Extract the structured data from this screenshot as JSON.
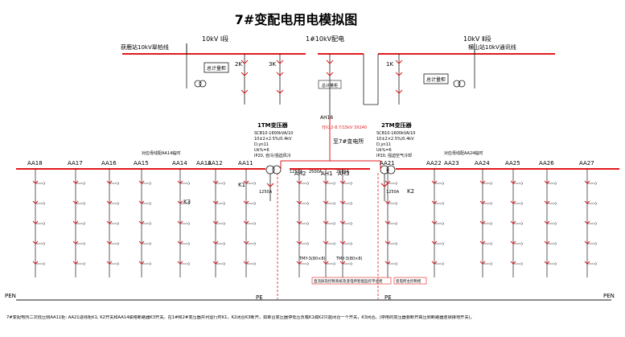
{
  "title": "7#变配电用电模拟图",
  "top": {
    "bus_left_label": "10kV Ⅰ段",
    "bus_center_label": "1#10kV配电",
    "bus_right_label": "10kV Ⅱ段",
    "incoming_left": "获鹿站10kV翠柏线",
    "incoming_right": "横山站10kV通讯线",
    "switch_2k": "2K",
    "switch_3k": "3K",
    "switch_1k": "1K",
    "meter_left": "总计量柜",
    "meter_center": "总计量柜",
    "meter_right": "总计量柜",
    "feeder_ah16": "AH16",
    "cable_label": "YJV22-8.7/15kV 3X240",
    "to_substation": "至7#变电所"
  },
  "transformers": {
    "t1": {
      "name": "1TM变压器",
      "lines": [
        "SCB10-1600kVA/10",
        "10±2×2.5%/0.4kV",
        "D,yn11",
        "Uk%=6",
        "IP20, 自冷/强迫风冷"
      ]
    },
    "t2": {
      "name": "2TM变压器",
      "lines": [
        "SCB10-1600kVA/10",
        "10±2×2.5%/0.4kV",
        "D,yn11",
        "Uk%=6",
        "IP20, 强迫空气冷却"
      ]
    }
  },
  "low_voltage": {
    "panels_left": [
      "AA18",
      "AA17",
      "AA16",
      "AA15",
      "AA14",
      "AA13",
      "AA12",
      "AA11"
    ],
    "panels_center": [
      "AH2",
      "AH1",
      "AH3"
    ],
    "panels_right": [
      "AA21",
      "AA22",
      "AA23",
      "AA24",
      "AA25",
      "AA26",
      "AA27"
    ],
    "left_title": "对应母线配AA14临时",
    "right_title": "对应母线配AA24临时",
    "k1": "K1",
    "k2": "K2",
    "k3": "K3",
    "pen_left": "PEN",
    "pe_left": "PE",
    "pe_right": "PE",
    "pen_right": "PEN",
    "capacitor_left": "TMY-3(80×8)",
    "capacitor_right": "TMY-3(80×8)",
    "note_box": "变电所主控制柜",
    "note_box2": "直流屏及控制系统及变电所智能监控平台柜",
    "rating_left": "1250A",
    "rating_right": "1250A",
    "rating_ah1": "2500A",
    "rating_ah2": "1250A",
    "rating_ah3": "2500A"
  },
  "footer": "7#变配电所二次低压侧AA11柜: AA21进线柜K1; K2开关和AA14联络断路器K3开关。在1#和2#变压器并列运行时K1，K2闭合K3断开，如单台变压器停低压负载K1或K2只能闭合一个开关，K3闭合。(停用的变压器要断开高压侧断路器连锁接地开关)。",
  "colors": {
    "bus": "#e2191c",
    "line": "#1a1a1a",
    "accent": "#e2191c",
    "text": "#000000"
  }
}
